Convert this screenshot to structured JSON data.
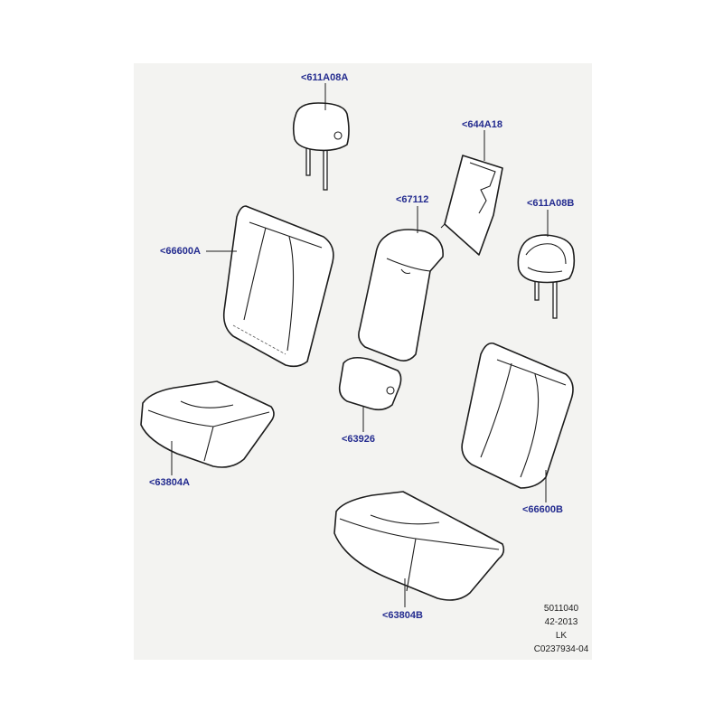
{
  "callouts": [
    {
      "id": "611a08a",
      "label": "<611A08A"
    },
    {
      "id": "644a18",
      "label": "<644A18"
    },
    {
      "id": "67112",
      "label": "<67112"
    },
    {
      "id": "611a08b",
      "label": "<611A08B"
    },
    {
      "id": "66600a",
      "label": "<66600A"
    },
    {
      "id": "63926",
      "label": "<63926"
    },
    {
      "id": "63804a",
      "label": "<63804A"
    },
    {
      "id": "66600b",
      "label": "<66600B"
    },
    {
      "id": "63804b",
      "label": "<63804B"
    }
  ],
  "reference": {
    "line1": "5011040",
    "line2": "42-2013",
    "line3": "LK",
    "line4": "C0237934-04"
  }
}
